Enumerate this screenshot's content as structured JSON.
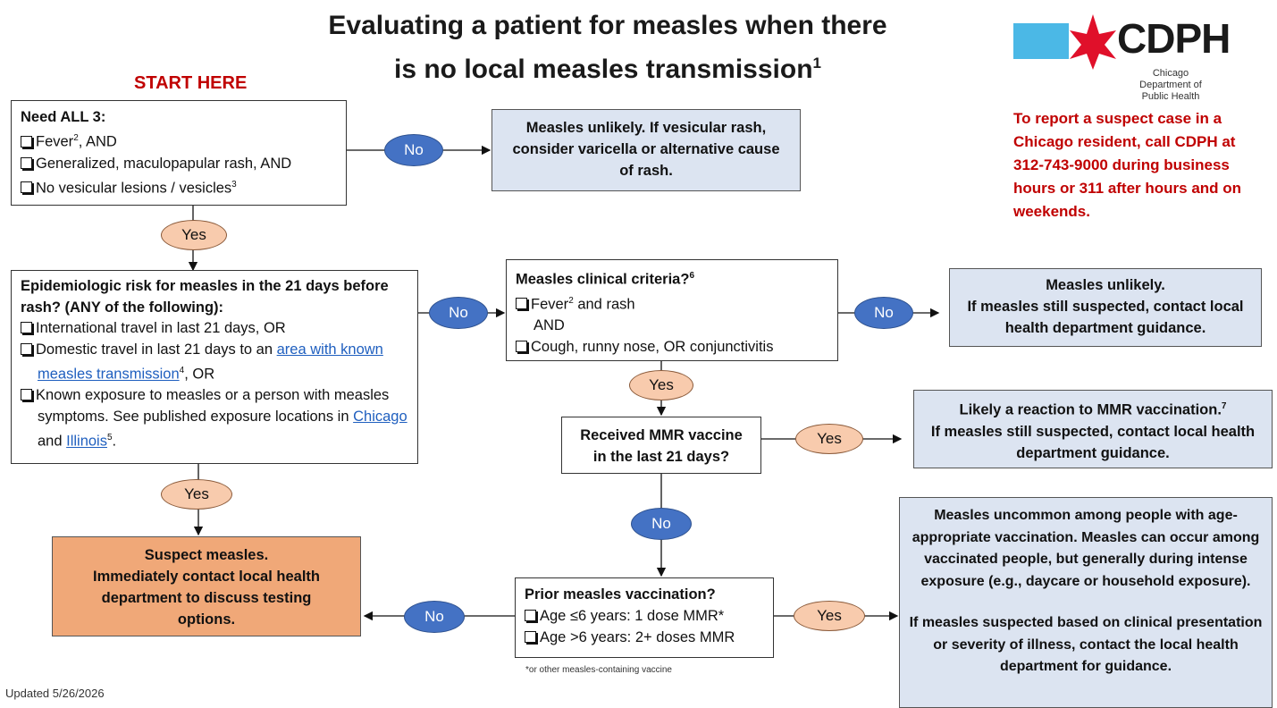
{
  "title": {
    "line1": "Evaluating a patient for measles when there",
    "line2": "is no local measles transmission",
    "footnote": "1"
  },
  "start_here": "START HERE",
  "logo": {
    "name": "CDPH",
    "subtitle": "Chicago Department of Public Health",
    "colors": {
      "blue": "#4bb8e6",
      "star": "#e0102a"
    }
  },
  "report_note": "To report a suspect case in a Chicago resident, call CDPH at 312-743-9000 during business hours or 311 after hours and on weekends.",
  "box_need_all": {
    "header": "Need ALL 3:",
    "items": [
      {
        "pre": "Fever",
        "sup": "2",
        "post": ", AND"
      },
      {
        "pre": "Generalized, maculopapular rash, AND",
        "sup": "",
        "post": ""
      },
      {
        "pre": "No vesicular lesions / vesicles",
        "sup": "3",
        "post": ""
      }
    ]
  },
  "box_unlikely_vesicular": "Measles unlikely. If vesicular rash, consider varicella or alternative cause of rash.",
  "box_epi": {
    "header": "Epidemiologic risk for measles in the 21 days before rash? (ANY of the following):",
    "item1": "International travel in last 21 days, OR",
    "item2_pre": "Domestic travel in last 21 days to an ",
    "item2_link": "area with known measles transmission",
    "item2_sup": "4",
    "item2_post": ", OR",
    "item3_pre": "Known exposure to measles or a person with measles symptoms. See published exposure locations in ",
    "item3_link1": "Chicago",
    "item3_mid": " and ",
    "item3_link2": "Illinois",
    "item3_sup": "5",
    "item3_post": "."
  },
  "box_clinical": {
    "header": "Measles clinical criteria?",
    "header_sup": "6",
    "item1_pre": "Fever",
    "item1_sup": "2",
    "item1_post": " and rash",
    "and": "AND",
    "item2": "Cough, runny nose, OR conjunctivitis"
  },
  "box_unlikely_contact": {
    "line1": "Measles unlikely.",
    "line2": "If measles still suspected, contact local health department guidance."
  },
  "box_mmr_recent": "Received MMR vaccine in the last 21 days?",
  "box_reaction": {
    "line1": "Likely a reaction to MMR vaccination.",
    "line1_sup": "7",
    "line2": "If measles still suspected, contact local health department guidance."
  },
  "box_suspect": {
    "line1": "Suspect measles.",
    "line2": "Immediately contact local health department to discuss testing options."
  },
  "box_prior": {
    "header": "Prior measles vaccination?",
    "item1": "Age ≤6 years: 1 dose MMR*",
    "item2": "Age >6 years: 2+ doses MMR"
  },
  "vaccine_note": "*or other measles-containing vaccine",
  "box_uncommon": {
    "para1": "Measles uncommon among people with age-appropriate vaccination. Measles can occur among vaccinated people, but generally during intense exposure (e.g., daycare or household exposure).",
    "para2": "If measles suspected based on clinical presentation or severity of illness, contact the local health department for guidance."
  },
  "labels": {
    "no": "No",
    "yes": "Yes"
  },
  "updated": "Updated 5/26/2026"
}
